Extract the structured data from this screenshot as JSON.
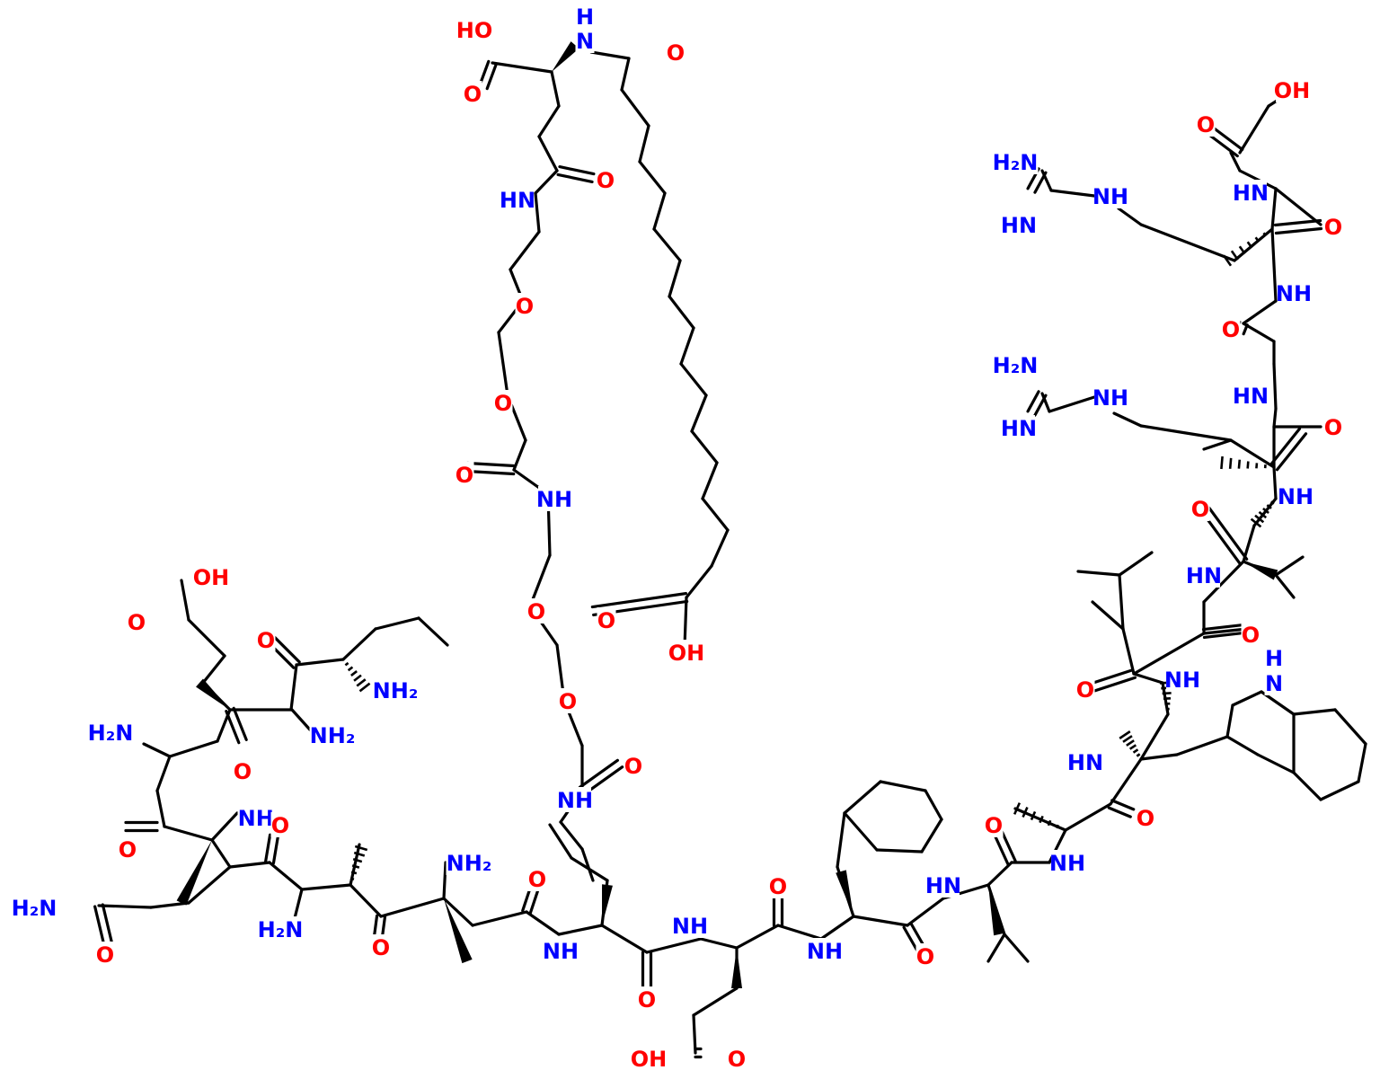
{
  "colors": {
    "bond": "#000000",
    "nitrogen": "#0000ff",
    "oxygen": "#ff0000",
    "background": "#ffffff"
  },
  "labels": {
    "ho": "HO",
    "oh": "OH",
    "o": "O",
    "nh": "NH",
    "hn": "HN",
    "n_top": "N",
    "h_top": "H",
    "nh2": "NH₂",
    "h2n": "H₂N",
    "hn_imine": "HN"
  }
}
